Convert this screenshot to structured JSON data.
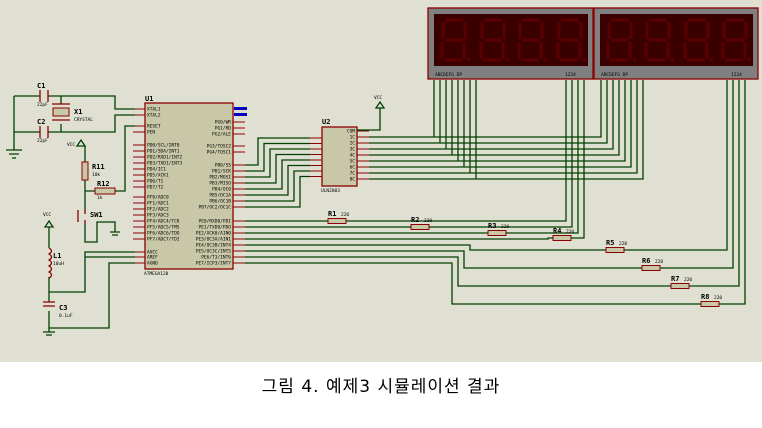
{
  "caption": "그림 4. 예제3 시뮬레이션 결과",
  "colors": {
    "background": "#dfe0d2",
    "wire": "#004000",
    "part": "#8b0000",
    "chip": "#c8c8a8",
    "display_segment": "#3a0000"
  },
  "displays": [
    {
      "segments_label": "ABCDEFG DP",
      "digits_label": "1234"
    },
    {
      "segments_label": "ABCDEFG DP",
      "digits_label": "1234"
    }
  ],
  "u1": {
    "ref": "U1",
    "part": "ATMEGA128",
    "left_pins": [
      "XTAL1",
      "XTAL2",
      "RESET",
      "PEN",
      "PD0/SCL/INT0",
      "PD1/SDA/INT1",
      "PD2/RXD1/INT2",
      "PD3/TXD1/INT3",
      "PD4/IC1",
      "PD5/XCK1",
      "PD6/T1",
      "PD7/T2",
      "PF0/ADC0",
      "PF1/ADC1",
      "PF2/ADC2",
      "PF3/ADC3",
      "PF4/ADC4/TCK",
      "PF5/ADC5/TMS",
      "PF6/ADC6/TDO",
      "PF7/ADC7/TDI",
      "AVCC",
      "AREF",
      "AGND"
    ],
    "right_pins": [
      "PG0/WR",
      "PG1/RD",
      "PG2/ALE",
      "PG3/TOSC2",
      "PG4/TOSC1",
      "PB0/SS",
      "PB1/SCK",
      "PB2/MOSI",
      "PB3/MISO",
      "PB4/OC0",
      "PB5/OC1A",
      "PB6/OC1B",
      "PB7/OC2/OC1C",
      "PE0/RXD0/PDI",
      "PE1/TXD0/PDO",
      "PE2/XCK0/AIN0",
      "PE3/OC3A/AIN1",
      "PE4/OC3B/INT4",
      "PE5/OC3C/INT5",
      "PE6/T3/INT6",
      "PE7/ICP3/INT7"
    ]
  },
  "u2": {
    "ref": "U2",
    "part": "ULN2803",
    "pins": [
      "COM",
      "1C",
      "2C",
      "3C",
      "4C",
      "5C",
      "6C",
      "7C",
      "8C"
    ]
  },
  "components": {
    "c1": {
      "ref": "C1",
      "value": "22pF"
    },
    "c2": {
      "ref": "C2",
      "value": "22pF"
    },
    "x1": {
      "ref": "X1",
      "value": "CRYSTAL"
    },
    "r11": {
      "ref": "R11",
      "value": "10k"
    },
    "r12": {
      "ref": "R12",
      "value": "1k"
    },
    "sw1": {
      "ref": "SW1"
    },
    "l1": {
      "ref": "L1",
      "value": "10uH"
    },
    "c3": {
      "ref": "C3",
      "value": "0.1uF"
    },
    "vcc": "VCC"
  },
  "resistors": [
    {
      "ref": "R1",
      "value": "220"
    },
    {
      "ref": "R2",
      "value": "220"
    },
    {
      "ref": "R3",
      "value": "220"
    },
    {
      "ref": "R4",
      "value": "220"
    },
    {
      "ref": "R5",
      "value": "220"
    },
    {
      "ref": "R6",
      "value": "220"
    },
    {
      "ref": "R7",
      "value": "220"
    },
    {
      "ref": "R8",
      "value": "220"
    }
  ]
}
